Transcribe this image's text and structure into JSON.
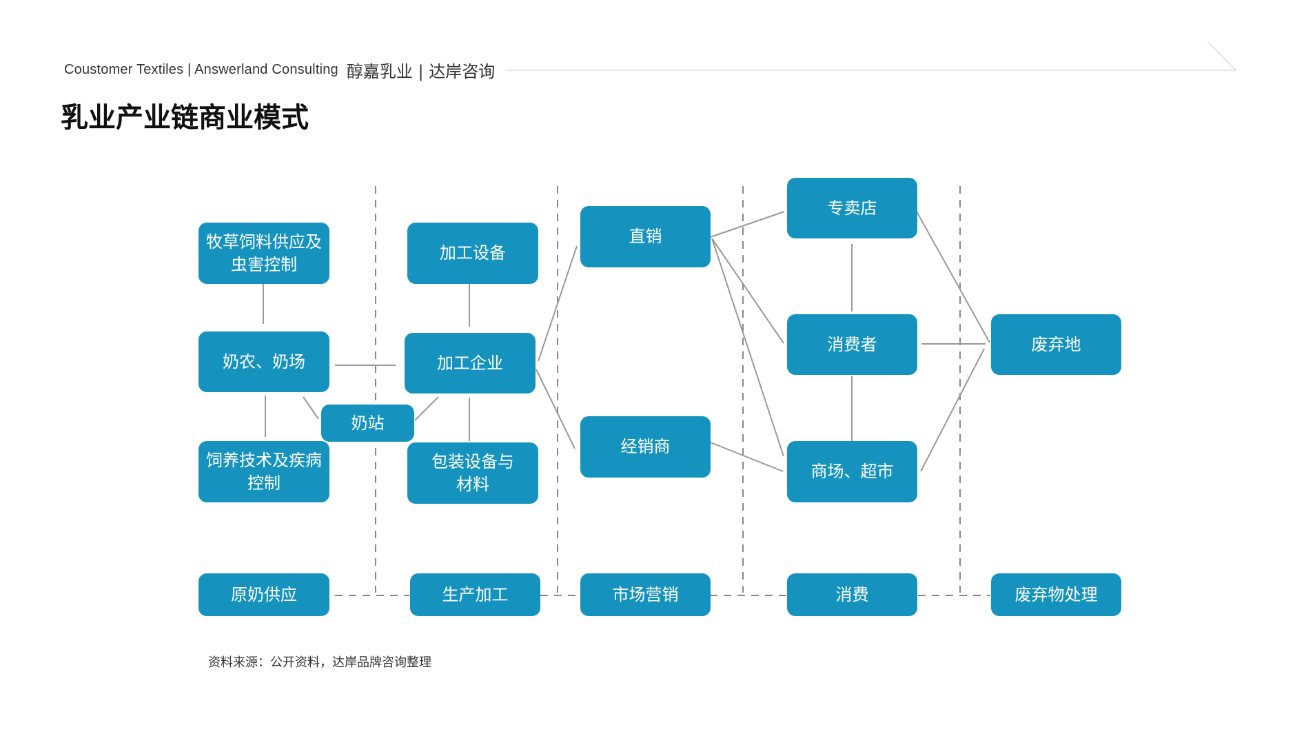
{
  "header": {
    "brand_en": "Coustomer Textiles | Answerland Consulting",
    "brand_cn": "醇嘉乳业 | 达岸咨询"
  },
  "title": "乳业产业链商业模式",
  "nodes": {
    "forage_supply": "牧草饲料供应及\n虫害控制",
    "dairy_farm": "奶农、奶场",
    "breeding_tech": "饲养技术及疾病\n控制",
    "milk_station": "奶站",
    "processing_equipment": "加工设备",
    "processing_enterprise": "加工企业",
    "packaging_materials": "包装设备与\n材料",
    "direct_sales": "直销",
    "distributor": "经销商",
    "specialty_store": "专卖店",
    "consumer": "消费者",
    "mall_supermarket": "商场、超市",
    "disposal_site": "废弃地"
  },
  "stages": [
    "原奶供应",
    "生产加工",
    "市场营销",
    "消费",
    "废弃物处理"
  ],
  "colors": {
    "node_fill": "#1593be",
    "line": "#999999",
    "dash": "#888888"
  },
  "source": "资料来源：公开资料，达岸品牌咨询整理"
}
